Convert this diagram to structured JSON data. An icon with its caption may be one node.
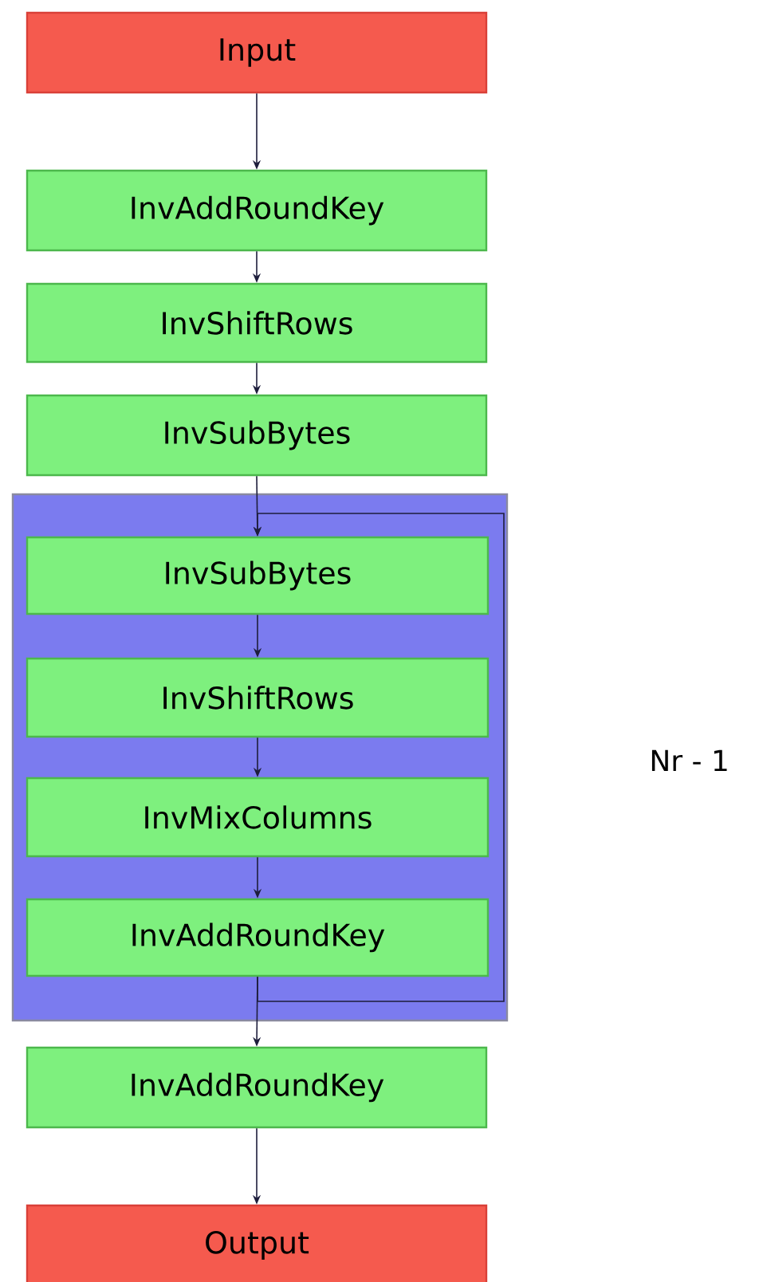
{
  "diagram": {
    "nodes": [
      {
        "text": [
          "Input"
        ]
      },
      {
        "text": [
          "InvAddRoundKey"
        ]
      },
      {
        "text": [
          "InvShiftRows"
        ]
      },
      {
        "text": [
          "InvSubBytes"
        ]
      },
      {
        "text": [],
        "shape": "box"
      },
      {
        "text": [
          "InvSubBytes"
        ],
        "in": 4
      },
      {
        "text": [
          "InvShiftRows"
        ],
        "in": 4
      },
      {
        "text": [
          "InvMixColumns"
        ],
        "in": 4
      },
      {
        "text": [
          "InvAddRoundKey"
        ],
        "in": 4
      },
      {
        "text": [
          "InvAddRoundKey"
        ]
      },
      {
        "text": [
          "Output"
        ]
      }
    ],
    "edges": [
      {
        "from": 0,
        "to": 1,
        "arrow": "to"
      },
      {
        "from": 1,
        "to": 2,
        "arrow": "to"
      },
      {
        "from": 2,
        "to": 3,
        "arrow": "to"
      },
      {
        "from": 3,
        "to": 5,
        "arrow": "to"
      },
      {
        "from": 5,
        "to": 6,
        "arrow": "to"
      },
      {
        "from": 6,
        "to": 7,
        "arrow": "to"
      },
      {
        "from": 7,
        "to": 8,
        "arrow": "to"
      },
      {
        "from": 8,
        "to": 5,
        "arrow": "to"
      },
      {
        "from": 8,
        "to": 9,
        "arrow": "to"
      },
      {
        "from": 9,
        "to": 10,
        "arrow": "to"
      }
    ],
    "labels": [
      "Nr - 1"
    ]
  }
}
